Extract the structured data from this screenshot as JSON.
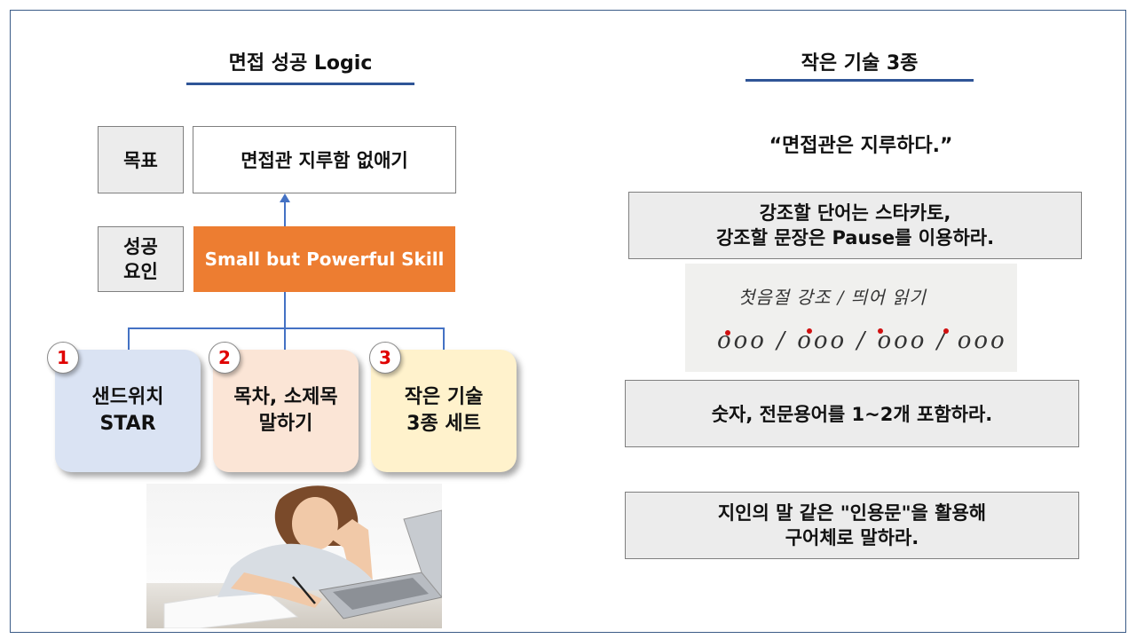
{
  "left": {
    "title": "면접 성공 Logic",
    "goal_label": "목표",
    "goal_text": "면접관 지루함 없애기",
    "factor_label": "성공\n요인",
    "factor_text": "Small but Powerful Skill",
    "cards": [
      {
        "num": "1",
        "text": "샌드위치\nSTAR",
        "color": "#dae3f3"
      },
      {
        "num": "2",
        "text": "목차, 소제목\n말하기",
        "color": "#fbe5d6"
      },
      {
        "num": "3",
        "text": "작은 기술\n3종 세트",
        "color": "#fff2cc"
      }
    ]
  },
  "right": {
    "title": "작은 기술 3종",
    "quote": "“면접관은 지루하다.”",
    "box1": "강조할 단어는 스타카토,\n강조할 문장은 Pause를 이용하라.",
    "handwriting_line1": "첫음절 강조 / 띄어 읽기",
    "handwriting_line2": "ooo / ooo / ooo / ooo",
    "box2": "숫자, 전문용어를 1~2개 포함하라.",
    "box3": "지인의 말 같은 \"인용문\"을 활용해\n구어체로 말하라."
  },
  "colors": {
    "accent": "#2f5597",
    "orange": "#ed7d31",
    "connector": "#4472c4",
    "badge": "#e00000"
  }
}
